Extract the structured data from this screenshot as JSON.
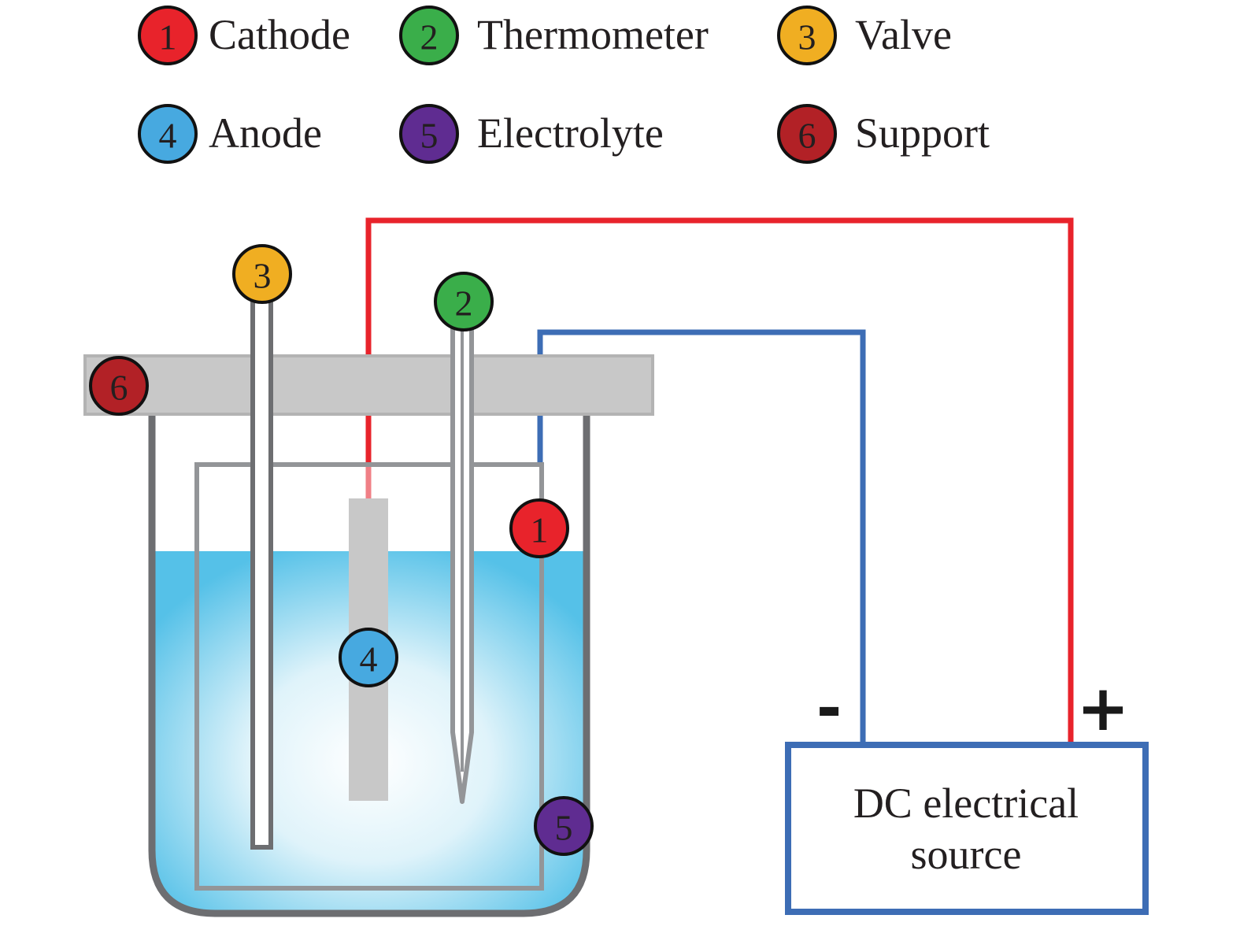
{
  "legend": [
    {
      "num": "1",
      "label": "Cathode",
      "color": "#e8232b"
    },
    {
      "num": "2",
      "label": "Thermometer",
      "color": "#3aae4a"
    },
    {
      "num": "3",
      "label": "Valve",
      "color": "#f0ae22"
    },
    {
      "num": "4",
      "label": "Anode",
      "color": "#47a9e0"
    },
    {
      "num": "5",
      "label": "Electrolyte",
      "color": "#5f2c91"
    },
    {
      "num": "6",
      "label": "Support",
      "color": "#b22126"
    }
  ],
  "source": {
    "line1": "DC electrical",
    "line2": "source"
  },
  "terminals": {
    "negative": "-",
    "positive": "+"
  },
  "colors": {
    "wire_positive": "#e8232b",
    "wire_negative": "#3d6db5",
    "vessel": "#6d6e71",
    "electrolyte_edge": "#4fbde8",
    "support": "#c8c8c8"
  }
}
